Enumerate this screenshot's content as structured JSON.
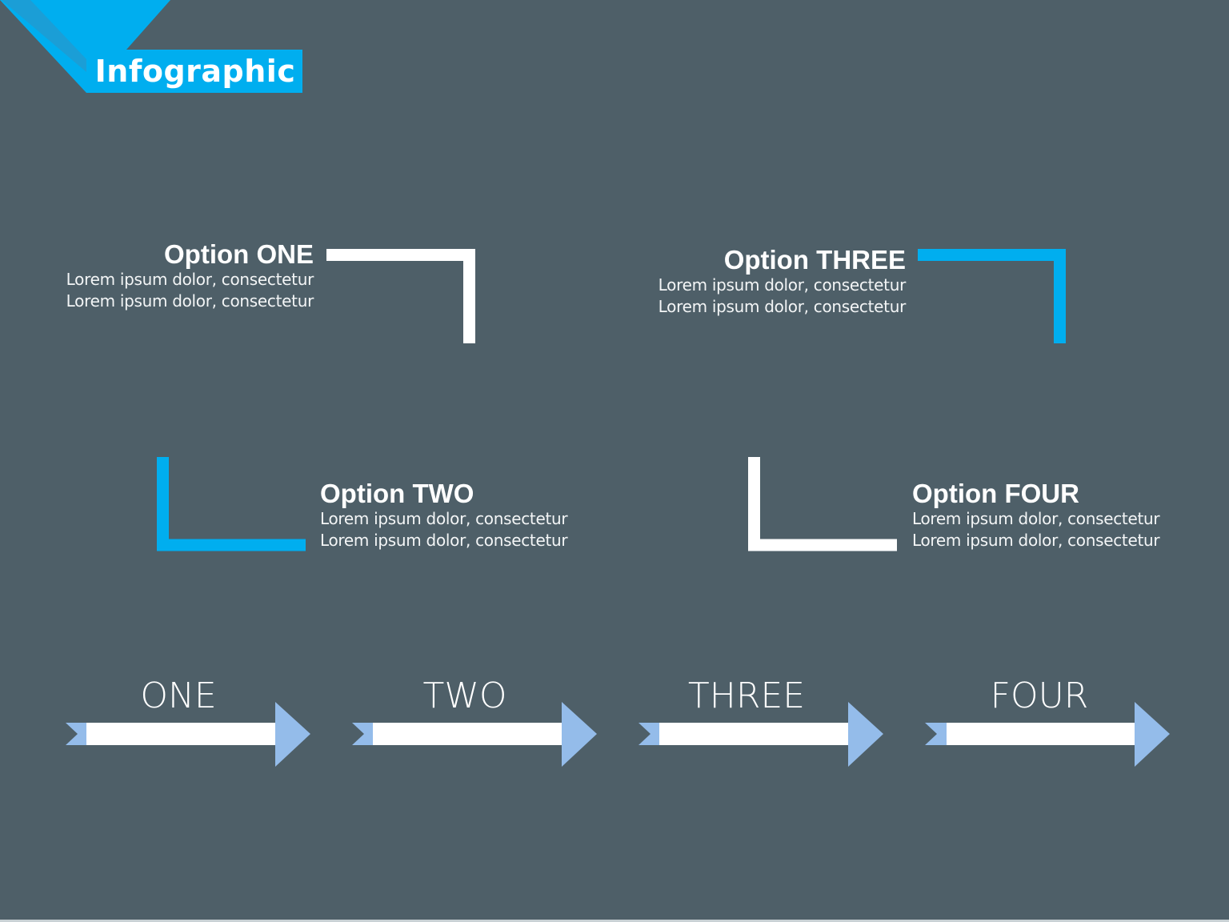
{
  "header": {
    "title": "Infographic"
  },
  "colors": {
    "background": "#4e5f68",
    "accent_blue": "#00aeef",
    "banner_dark_stripe": "#1a9fd8",
    "arrow_light_blue": "#94bcea",
    "white": "#ffffff"
  },
  "options": [
    {
      "title": "Option ONE",
      "lines": [
        "Lorem ipsum dolor, consectetur",
        "Lorem ipsum dolor, consectetur"
      ],
      "bracket_color": "#ffffff"
    },
    {
      "title": "Option TWO",
      "lines": [
        "Lorem ipsum dolor, consectetur",
        "Lorem ipsum dolor, consectetur"
      ],
      "bracket_color": "#00aeef"
    },
    {
      "title": "Option THREE",
      "lines": [
        "Lorem ipsum dolor, consectetur",
        "Lorem ipsum dolor, consectetur"
      ],
      "bracket_color": "#00aeef"
    },
    {
      "title": "Option FOUR",
      "lines": [
        "Lorem ipsum dolor, consectetur",
        "Lorem ipsum dolor, consectetur"
      ],
      "bracket_color": "#ffffff"
    }
  ],
  "arrows": [
    {
      "label": "ONE"
    },
    {
      "label": "TWO"
    },
    {
      "label": "THREE"
    },
    {
      "label": "FOUR"
    }
  ]
}
